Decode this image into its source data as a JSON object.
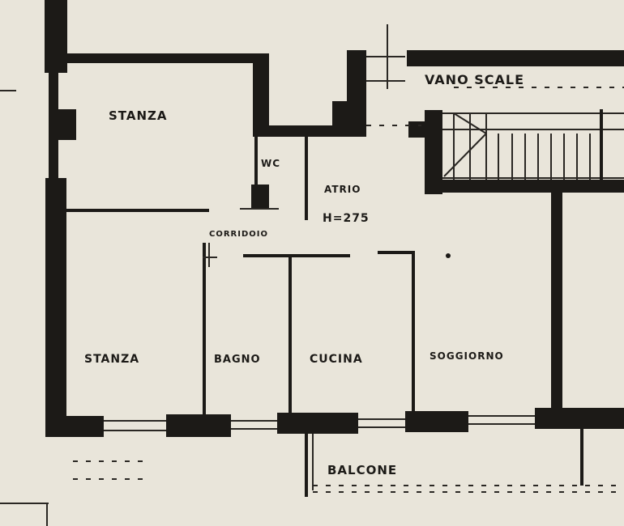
{
  "rooms": {
    "stanza_1": "STANZA",
    "wc": "WC",
    "atrio": "ATRIO",
    "height": "H=275",
    "corridoio": "CORRIDOIO",
    "stanza_2": "STANZA",
    "bagno": "BAGNO",
    "cucina": "CUCINA",
    "soggiorno": "SOGGIORNO",
    "vano_scale": "VANO SCALE",
    "balcone": "BALCONE"
  },
  "colors": {
    "paper": "#e9e5da",
    "ink": "#1c1a17"
  }
}
